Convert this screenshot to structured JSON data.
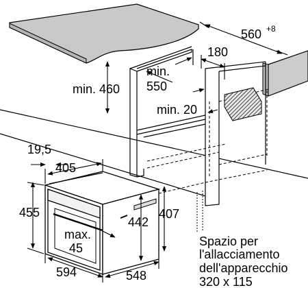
{
  "dimensions": {
    "niche_width": "560",
    "niche_width_tolerance": "+8",
    "cutout_width": "180",
    "min_height_above": "min. 460",
    "min_depth_line1": "min.",
    "min_depth_line2": "550",
    "min_gap": "min. 20",
    "offset": "19,5",
    "front_height_inner": "405",
    "appliance_height": "455",
    "cavity_height": "442",
    "side_height": "407",
    "max_label_line1": "max.",
    "max_label_line2": "45",
    "appliance_width": "594",
    "appliance_depth": "548"
  },
  "note": {
    "line1": "Spazio per",
    "line2": "l'allacciamento",
    "line3": "dell'apparecchio",
    "line4": "320 x 115"
  }
}
